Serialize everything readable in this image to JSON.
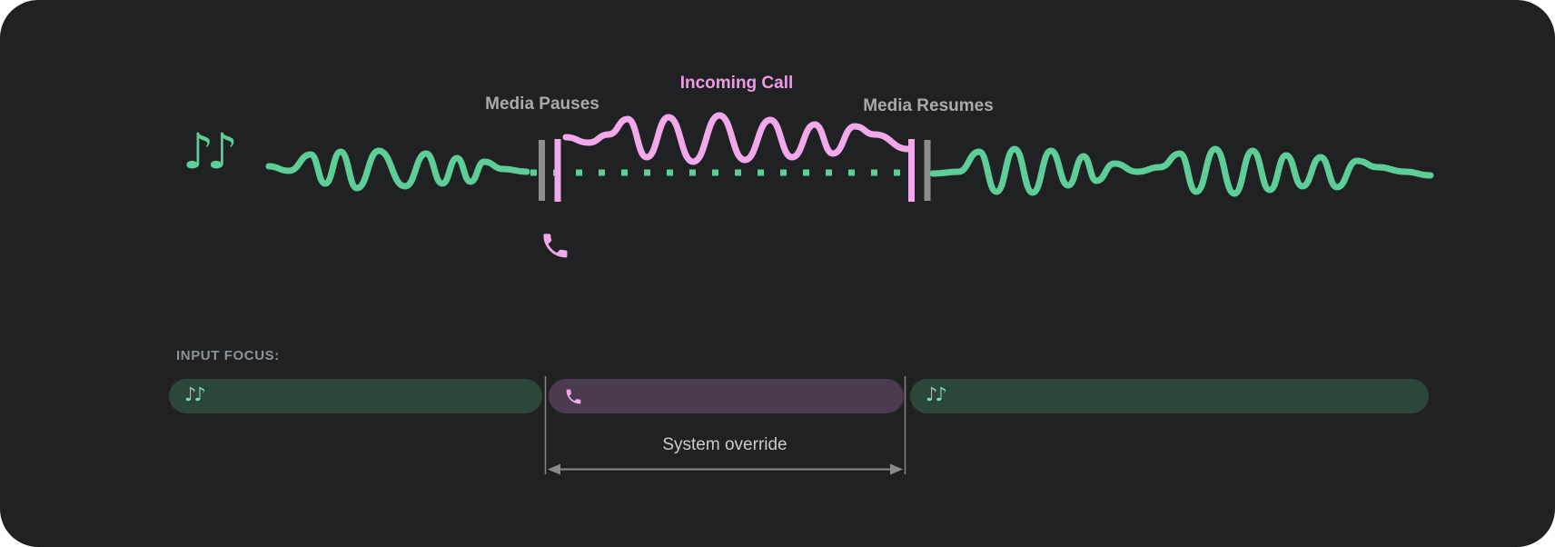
{
  "colors": {
    "panel_background": "#202123",
    "media_green": "#5dce97",
    "call_pink": "#f2a9ec",
    "incoming_call_text": "#ee9ae6",
    "label_gray": "#a8aaac",
    "marker_gray": "#8e8e8e",
    "pill_media_background": "#2c4639",
    "pill_call_background": "#4a3b4e",
    "pill_note_green": "#7bdcad",
    "input_focus_label_gray": "#8f9396",
    "system_override_gray": "#c9cbcd",
    "guide_gray": "#858585"
  },
  "timeline": {
    "media_pauses_label": "Media Pauses",
    "incoming_call_label": "Incoming Call",
    "media_resumes_label": "Media Resumes",
    "icons": {
      "media_icon": "music-notes-icon",
      "call_icon": "phone-icon",
      "music_glyph": "♪♪"
    }
  },
  "input_focus": {
    "heading": "INPUT FOCUS:",
    "segments": [
      {
        "name": "media-before-call",
        "icon": "music-notes-icon",
        "glyph": "♪♪"
      },
      {
        "name": "incoming-call",
        "icon": "phone-icon"
      },
      {
        "name": "media-after-call",
        "icon": "music-notes-icon",
        "glyph": "♪♪"
      }
    ],
    "override_label": "System override"
  }
}
